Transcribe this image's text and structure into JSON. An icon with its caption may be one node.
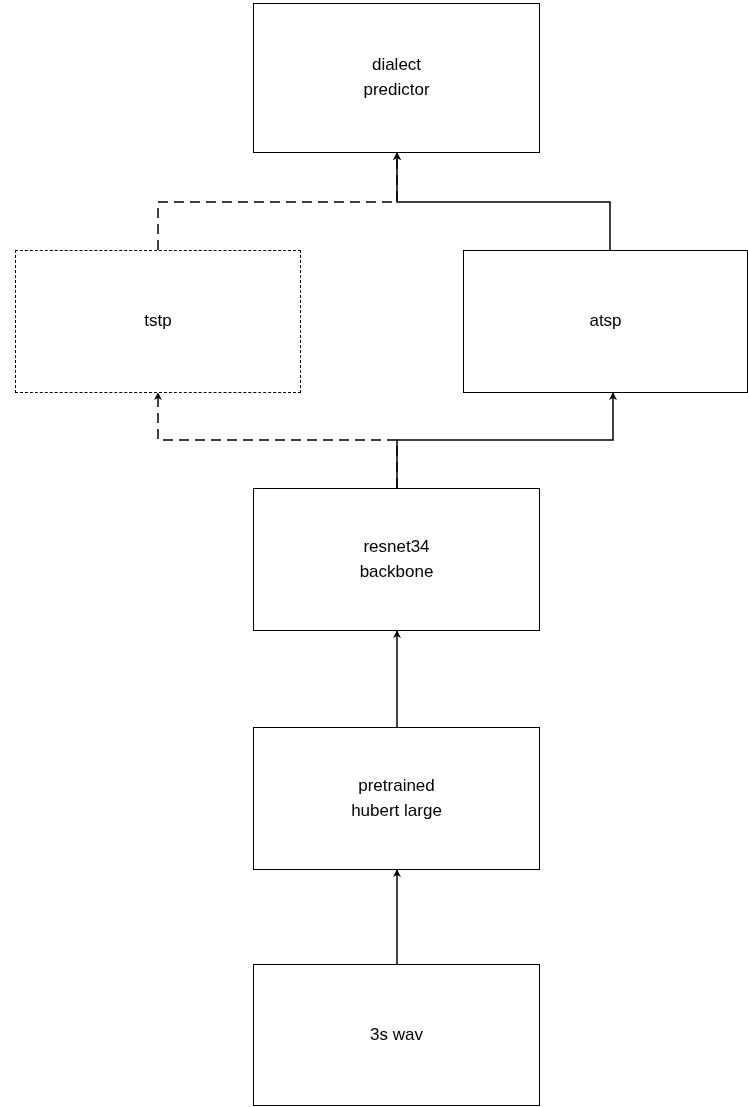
{
  "diagram": {
    "nodes": [
      {
        "text": [
          "dialect predictor"
        ]
      },
      {
        "text": [
          "tstp"
        ]
      },
      {
        "text": [
          "atsp"
        ]
      },
      {
        "text": [
          "resnet34 backbone"
        ]
      },
      {
        "text": [
          "pretrained hubert large"
        ]
      },
      {
        "text": [
          "3s wav"
        ]
      }
    ],
    "edges": [
      {
        "from": 5,
        "to": 4,
        "arrow": "to"
      },
      {
        "from": 4,
        "to": 3,
        "arrow": "to"
      },
      {
        "from": 3,
        "to": 1,
        "arrow": "to",
        "style": "dashed"
      },
      {
        "from": 3,
        "to": 2,
        "arrow": "to"
      },
      {
        "from": 1,
        "to": 0,
        "arrow": "to",
        "style": "dashed"
      },
      {
        "from": 2,
        "to": 0,
        "arrow": "to"
      }
    ]
  }
}
